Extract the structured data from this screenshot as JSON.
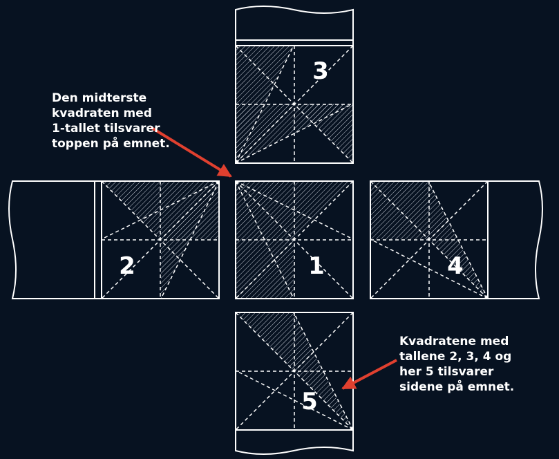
{
  "colors": {
    "background": "#071221",
    "line": "#ffffff",
    "arrow": "#e0402f"
  },
  "annotations": {
    "top_note": [
      "Den midterste",
      "kvadraten med",
      "1-tallet tilsvarer",
      "toppen på emnet."
    ],
    "bottom_note": [
      "Kvadratene med",
      "tallene 2, 3, 4 og",
      "her 5 tilsvarer",
      "sidene på emnet."
    ]
  },
  "squares": [
    {
      "id": "center",
      "number": "1"
    },
    {
      "id": "left",
      "number": "2"
    },
    {
      "id": "top",
      "number": "3"
    },
    {
      "id": "right",
      "number": "4"
    },
    {
      "id": "bottom",
      "number": "5"
    }
  ]
}
